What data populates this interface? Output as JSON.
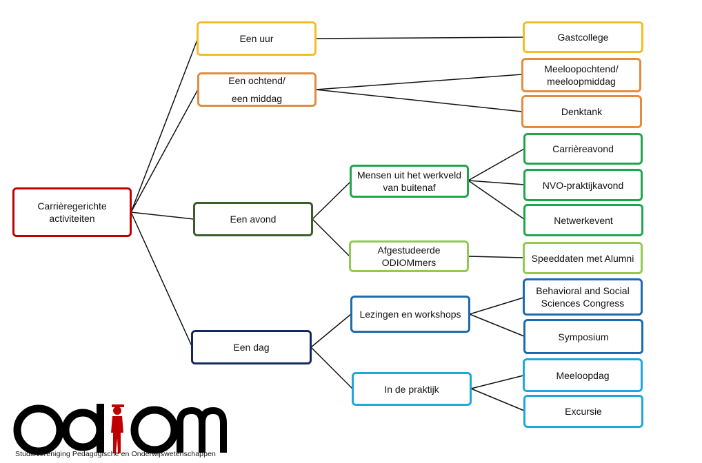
{
  "root": {
    "line1": "Carrièregerichte",
    "line2": "activiteiten"
  },
  "timeframes": {
    "uur": "Een uur",
    "ochtend_line1": "Een ochtend/",
    "ochtend_line2": "een middag",
    "avond": "Een avond",
    "dag": "Een dag"
  },
  "groups": {
    "werkveld_line1": "Mensen uit het werkveld",
    "werkveld_line2": "van buitenaf",
    "afgestudeerd_line1": "Afgestudeerde",
    "afgestudeerd_line2": "ODIOMmers",
    "lezingen": "Lezingen en workshops",
    "praktijk": "In de praktijk"
  },
  "activities": {
    "gastcollege": "Gastcollege",
    "meeloop_line1": "Meeloopochtend/",
    "meeloop_line2": "meeloopmiddag",
    "denktank": "Denktank",
    "carriereavond": "Carrièreavond",
    "nvo": "NVO-praktijkavond",
    "netwerkevent": "Netwerkevent",
    "speeddaten": "Speeddaten met Alumni",
    "bss_line1": "Behavioral and Social",
    "bss_line2": "Sciences Congress",
    "symposium": "Symposium",
    "meeloopdag": "Meeloopdag",
    "excursie": "Excursie"
  },
  "logo": {
    "name": "ODIOM",
    "subtitle": "Studievereniging Pedagogische en Onderwijswetenschappen"
  },
  "colors": {
    "root": "#C00000",
    "uur": "#F3BE1F",
    "ochtend": "#E28C3E",
    "avond": "#3A5E2A",
    "werkveld": "#1FA64B",
    "afgestudeerd": "#92C952",
    "dag": "#12295F",
    "lezingen": "#1B6AAE",
    "praktijk": "#1EA7DC"
  }
}
